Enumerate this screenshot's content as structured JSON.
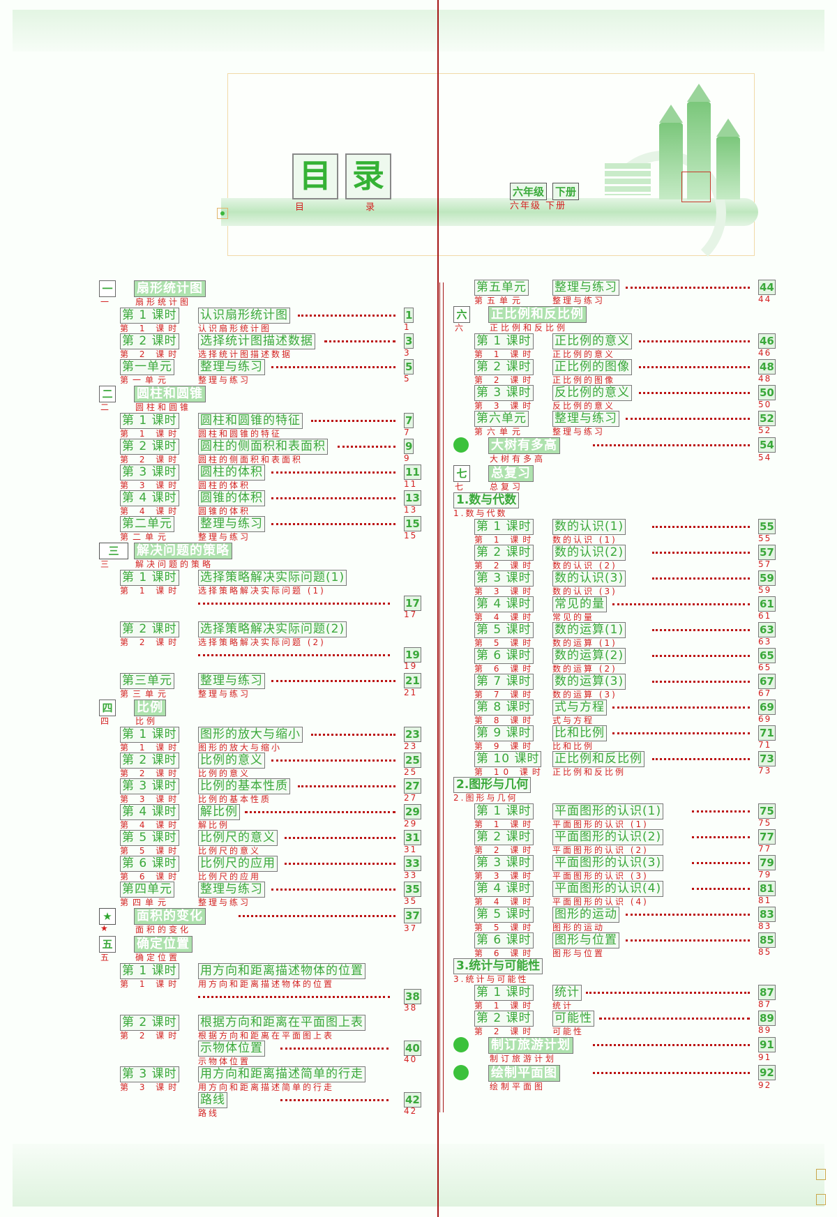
{
  "header": {
    "title_chars": [
      "目",
      "录"
    ],
    "title_caption": "目 录",
    "grade_chars": [
      "六年级",
      "下册"
    ],
    "grade_caption": "六年级 下册"
  },
  "left": [
    {
      "type": "unit",
      "num": "一",
      "num_cap": "一",
      "num_style": "plain",
      "title": "扇形统计图",
      "cap": "扇形统计图"
    },
    {
      "type": "row",
      "label": "第 1 课时",
      "label_cap": "第 1 课时",
      "text": "认识扇形统计图",
      "cap": "认识扇形统计图",
      "page": "1"
    },
    {
      "type": "row",
      "label": "第 2 课时",
      "label_cap": "第 2 课时",
      "text": "选择统计图描述数据",
      "cap": "选择统计图描述数据",
      "page": "3"
    },
    {
      "type": "row",
      "label": "第一单元",
      "label_cap": "第一单元",
      "text": "整理与练习",
      "cap": "整理与练习",
      "page": "5"
    },
    {
      "type": "unit",
      "num": "二",
      "num_cap": "二",
      "num_style": "plain",
      "title": "圆柱和圆锥",
      "cap": "圆柱和圆锥"
    },
    {
      "type": "row",
      "label": "第 1 课时",
      "label_cap": "第 1 课时",
      "text": "圆柱和圆锥的特征",
      "cap": "圆柱和圆锥的特征",
      "page": "7"
    },
    {
      "type": "row",
      "label": "第 2 课时",
      "label_cap": "第 2 课时",
      "text": "圆柱的侧面积和表面积",
      "cap": "圆柱的侧面积和表面积",
      "page": "9"
    },
    {
      "type": "row",
      "label": "第 3 课时",
      "label_cap": "第 3 课时",
      "text": "圆柱的体积",
      "cap": "圆柱的体积",
      "page": "11"
    },
    {
      "type": "row",
      "label": "第 4 课时",
      "label_cap": "第 4 课时",
      "text": "圆锥的体积",
      "cap": "圆锥的体积",
      "page": "13"
    },
    {
      "type": "row",
      "label": "第二单元",
      "label_cap": "第二单元",
      "text": "整理与练习",
      "cap": "整理与练习",
      "page": "15"
    },
    {
      "type": "unit",
      "num": "三",
      "num_cap": "三",
      "num_style": "wide",
      "title": "解决问题的策略",
      "cap": "解决问题的策略"
    },
    {
      "type": "row",
      "tall": true,
      "label": "第 1 课时",
      "label_cap": "第 1 课时",
      "text": "选择策略解决实际问题(1)",
      "cap": "选择策略解决实际问题 (1)",
      "page": "17"
    },
    {
      "type": "row",
      "tall": true,
      "label": "第 2 课时",
      "label_cap": "第 2 课时",
      "text": "选择策略解决实际问题(2)",
      "cap": "选择策略解决实际问题 (2)",
      "page": "19"
    },
    {
      "type": "row",
      "label": "第三单元",
      "label_cap": "第三单元",
      "text": "整理与练习",
      "cap": "整理与练习",
      "page": "21"
    },
    {
      "type": "unit",
      "num": "四",
      "num_cap": "四",
      "num_style": "plain",
      "title": "比例",
      "cap": "比例"
    },
    {
      "type": "row",
      "label": "第 1 课时",
      "label_cap": "第 1 课时",
      "text": "图形的放大与缩小",
      "cap": "图形的放大与缩小",
      "page": "23"
    },
    {
      "type": "row",
      "label": "第 2 课时",
      "label_cap": "第 2 课时",
      "text": "比例的意义",
      "cap": "比例的意义",
      "page": "25"
    },
    {
      "type": "row",
      "label": "第 3 课时",
      "label_cap": "第 3 课时",
      "text": "比例的基本性质",
      "cap": "比例的基本性质",
      "page": "27"
    },
    {
      "type": "row",
      "label": "第 4 课时",
      "label_cap": "第 4 课时",
      "text": "解比例",
      "cap": "解比例",
      "page": "29"
    },
    {
      "type": "row",
      "label": "第 5 课时",
      "label_cap": "第 5 课时",
      "text": "比例尺的意义",
      "cap": "比例尺的意义",
      "page": "31"
    },
    {
      "type": "row",
      "label": "第 6 课时",
      "label_cap": "第 6 课时",
      "text": "比例尺的应用",
      "cap": "比例尺的应用",
      "page": "33"
    },
    {
      "type": "row",
      "label": "第四单元",
      "label_cap": "第四单元",
      "text": "整理与练习",
      "cap": "整理与练习",
      "page": "35"
    },
    {
      "type": "unit",
      "num": "★",
      "num_cap": "★",
      "num_style": "star",
      "title": "面积的变化",
      "cap": "面积的变化",
      "page": "37"
    },
    {
      "type": "unit",
      "num": "五",
      "num_cap": "五",
      "num_style": "plain",
      "title": "确定位置",
      "cap": "确定位置"
    },
    {
      "type": "row",
      "tall": true,
      "label": "第 1 课时",
      "label_cap": "第 1 课时",
      "text": "用方向和距离描述物体的位置",
      "cap": "用方向和距离描述物体的位置",
      "page": "38"
    },
    {
      "type": "row",
      "tall": true,
      "label": "第 2 课时",
      "label_cap": "第 2 课时",
      "text": "根据方向和距离在平面图上表",
      "cap": "根据方向和距离在平面图上表",
      "text2": "示物体位置",
      "cap2": "示物体位置",
      "page": "40"
    },
    {
      "type": "row",
      "tall": true,
      "label": "第 3 课时",
      "label_cap": "第 3 课时",
      "text": "用方向和距离描述简单的行走",
      "cap": "用方向和距离描述简单的行走",
      "text2": "路线",
      "cap2": "路线",
      "page": "42"
    }
  ],
  "right": [
    {
      "type": "row",
      "label": "第五单元",
      "label_cap": "第五单元",
      "text": "整理与练习",
      "cap": "整理与练习",
      "page": "44"
    },
    {
      "type": "unit",
      "num": "六",
      "num_cap": "六",
      "num_style": "plain",
      "title": "正比例和反比例",
      "cap": "正比例和反比例"
    },
    {
      "type": "row",
      "label": "第 1 课时",
      "label_cap": "第 1 课时",
      "text": "正比例的意义",
      "cap": "正比例的意义",
      "page": "46"
    },
    {
      "type": "row",
      "label": "第 2 课时",
      "label_cap": "第 2 课时",
      "text": "正比例的图像",
      "cap": "正比例的图像",
      "page": "48"
    },
    {
      "type": "row",
      "label": "第 3 课时",
      "label_cap": "第 3 课时",
      "text": "反比例的意义",
      "cap": "反比例的意义",
      "page": "50"
    },
    {
      "type": "row",
      "label": "第六单元",
      "label_cap": "第六单元",
      "text": "整理与练习",
      "cap": "整理与练习",
      "page": "52"
    },
    {
      "type": "unit",
      "num": "",
      "num_cap": "",
      "num_style": "circle",
      "title": "大树有多高",
      "cap": "大树有多高",
      "page": "54"
    },
    {
      "type": "unit",
      "num": "七",
      "num_cap": "七",
      "num_style": "plain",
      "title": "总复习",
      "cap": "总复习"
    },
    {
      "type": "section",
      "text": "1.数与代数",
      "cap": "1.数与代数"
    },
    {
      "type": "row",
      "label": "第 1 课时",
      "label_cap": "第 1 课时",
      "text": "数的认识(1)",
      "cap": "数的认识 (1)",
      "page": "55"
    },
    {
      "type": "row",
      "label": "第 2 课时",
      "label_cap": "第 2 课时",
      "text": "数的认识(2)",
      "cap": "数的认识 (2)",
      "page": "57"
    },
    {
      "type": "row",
      "label": "第 3 课时",
      "label_cap": "第 3 课时",
      "text": "数的认识(3)",
      "cap": "数的认识 (3)",
      "page": "59"
    },
    {
      "type": "row",
      "label": "第 4 课时",
      "label_cap": "第 4 课时",
      "text": "常见的量",
      "cap": "常见的量",
      "page": "61"
    },
    {
      "type": "row",
      "label": "第 5 课时",
      "label_cap": "第 5 课时",
      "text": "数的运算(1)",
      "cap": "数的运算 (1)",
      "page": "63"
    },
    {
      "type": "row",
      "label": "第 6 课时",
      "label_cap": "第 6 课时",
      "text": "数的运算(2)",
      "cap": "数的运算 (2)",
      "page": "65"
    },
    {
      "type": "row",
      "label": "第 7 课时",
      "label_cap": "第 7 课时",
      "text": "数的运算(3)",
      "cap": "数的运算 (3)",
      "page": "67"
    },
    {
      "type": "row",
      "label": "第 8 课时",
      "label_cap": "第 8 课时",
      "text": "式与方程",
      "cap": "式与方程",
      "page": "69"
    },
    {
      "type": "row",
      "label": "第 9 课时",
      "label_cap": "第 9 课时",
      "text": "比和比例",
      "cap": "比和比例",
      "page": "71"
    },
    {
      "type": "row",
      "label": "第 10 课时",
      "label_cap": "第 10 课时",
      "text": "正比例和反比例",
      "cap": "正比例和反比例",
      "page": "73"
    },
    {
      "type": "section",
      "text": "2.图形与几何",
      "cap": "2.图形与几何"
    },
    {
      "type": "row",
      "label": "第 1 课时",
      "label_cap": "第 1 课时",
      "text": "平面图形的认识(1)",
      "cap": "平面图形的认识 (1)",
      "page": "75"
    },
    {
      "type": "row",
      "label": "第 2 课时",
      "label_cap": "第 2 课时",
      "text": "平面图形的认识(2)",
      "cap": "平面图形的认识 (2)",
      "page": "77"
    },
    {
      "type": "row",
      "label": "第 3 课时",
      "label_cap": "第 3 课时",
      "text": "平面图形的认识(3)",
      "cap": "平面图形的认识 (3)",
      "page": "79"
    },
    {
      "type": "row",
      "label": "第 4 课时",
      "label_cap": "第 4 课时",
      "text": "平面图形的认识(4)",
      "cap": "平面图形的认识 (4)",
      "page": "81"
    },
    {
      "type": "row",
      "label": "第 5 课时",
      "label_cap": "第 5 课时",
      "text": "图形的运动",
      "cap": "图形的运动",
      "page": "83"
    },
    {
      "type": "row",
      "label": "第 6 课时",
      "label_cap": "第 6 课时",
      "text": "图形与位置",
      "cap": "图形与位置",
      "page": "85"
    },
    {
      "type": "section",
      "text": "3.统计与可能性",
      "cap": "3.统计与可能性"
    },
    {
      "type": "row",
      "label": "第 1 课时",
      "label_cap": "第 1 课时",
      "text": "统计",
      "cap": "统计",
      "page": "87"
    },
    {
      "type": "row",
      "label": "第 2 课时",
      "label_cap": "第 2 课时",
      "text": "可能性",
      "cap": "可能性",
      "page": "89"
    },
    {
      "type": "unit",
      "num": "",
      "num_cap": "",
      "num_style": "circle",
      "title": "制订旅游计划",
      "cap": "制订旅游计划",
      "page": "91"
    },
    {
      "type": "unit",
      "num": "",
      "num_cap": "",
      "num_style": "circle",
      "title": "绘制平面图",
      "cap": "绘制平面图",
      "page": "92"
    }
  ],
  "colors": {
    "accent_green": "#3aa83a",
    "annotation_red": "#d32020",
    "box_border": "#777777"
  }
}
